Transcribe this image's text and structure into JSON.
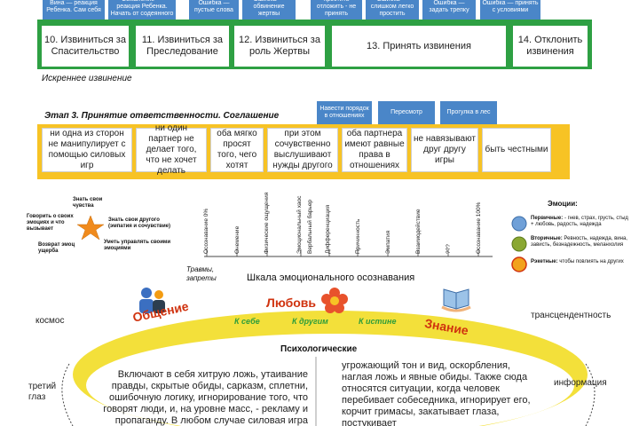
{
  "top_row": [
    "Вина — реакция Ребенка. Сам себя",
    "Сожаление — реакция Ребенка. Начать от содеянного",
    "Ошибка — пустые слова",
    "Ошибка — обвинение жертвы",
    "- простить - отложить - не принять",
    "Ошибка — слишком легко простить",
    "Ошибка — задать трепку",
    "Ошибка — принять с условиями"
  ],
  "stage2": {
    "boxes": [
      "10. Извиниться за Спасительство",
      "11. Извиниться за Преследование",
      "12. Извиниться за роль Жертвы",
      "13. Принять извинения",
      "14. Отклонить извинения"
    ],
    "caption": "Искреннее извинение"
  },
  "stage3": {
    "title": "Этап 3. Принятие ответственности. Соглашение",
    "tags": [
      "Навести порядок в отношениях",
      "Пересмотр",
      "Прогулка в лес"
    ],
    "boxes": [
      "ни одна из сторон не манипулирует с помощью силовых игр",
      "ни один партнер не делает того, что не хочет делать",
      "оба мягко просят того, чего хотят",
      "при этом сочувственно выслушивают нужды другого",
      "оба партнера имеют равные права в отношениях",
      "не навязывают друг другу игры",
      "быть честными"
    ]
  },
  "star": {
    "labels": [
      "Знать свои чувства",
      "Говорить о своих эмоциях и что вызывает",
      "Знать свои другого (эмпатия и сочувствие)",
      "Возврат эмоц ущерба",
      "Уметь управлять своими эмоциями"
    ]
  },
  "scale": {
    "title": "Шкала эмоционального осознавания",
    "left_label": "Травмы, запреты",
    "ticks": [
      "Осознавание 0%",
      "Онемение",
      "Физические ощущения",
      "Эмоциональный хаос",
      "Вербальный барьер",
      "Дифференциация",
      "Причинность",
      "Эмпатия",
      "Взаимодействие",
      "???",
      "Осознавание 100%"
    ]
  },
  "emotions": {
    "title": "Эмоции:",
    "items": [
      {
        "name": "Первичные:",
        "desc": "- гнев, страх, грусть, стыд + любовь, радость, надежда",
        "color": "#6fa0d8"
      },
      {
        "name": "Вторичные:",
        "desc": "Ревность, надежда, вина, зависть, безнадежность, меланхолия",
        "color": "#8aa832"
      },
      {
        "name": "Рэкетные:",
        "desc": "чтобы повлиять на других",
        "color": "#f2a21c"
      }
    ]
  },
  "circle": {
    "left_word": "Общение",
    "center_word": "Любовь",
    "right_word": "Знание",
    "k_self": "К себе",
    "k_other": "К другим",
    "k_truth": "К истине",
    "inner_title": "Психологические",
    "left_text": "Включают в себя хитрую ложь, утаивание правды, скрытые обиды, сарказм, сплетни, ошибочную логику, игнорирование того, что говорят люди, и, на уровне масс, - рекламу и пропаганду. В любом случае силовая игра",
    "right_text": "угрожающий тон и вид, оскорбления, наглая ложь и явные обиды. Также сюда относятся ситуации, когда человек перебивает собеседника, игнорирует его, корчит гримасы, закатывает глаза, постукивает"
  },
  "side": {
    "kosmos": "космос",
    "third_eye": "третий глаз",
    "transcendence": "трансцендентность",
    "information": "информация"
  }
}
